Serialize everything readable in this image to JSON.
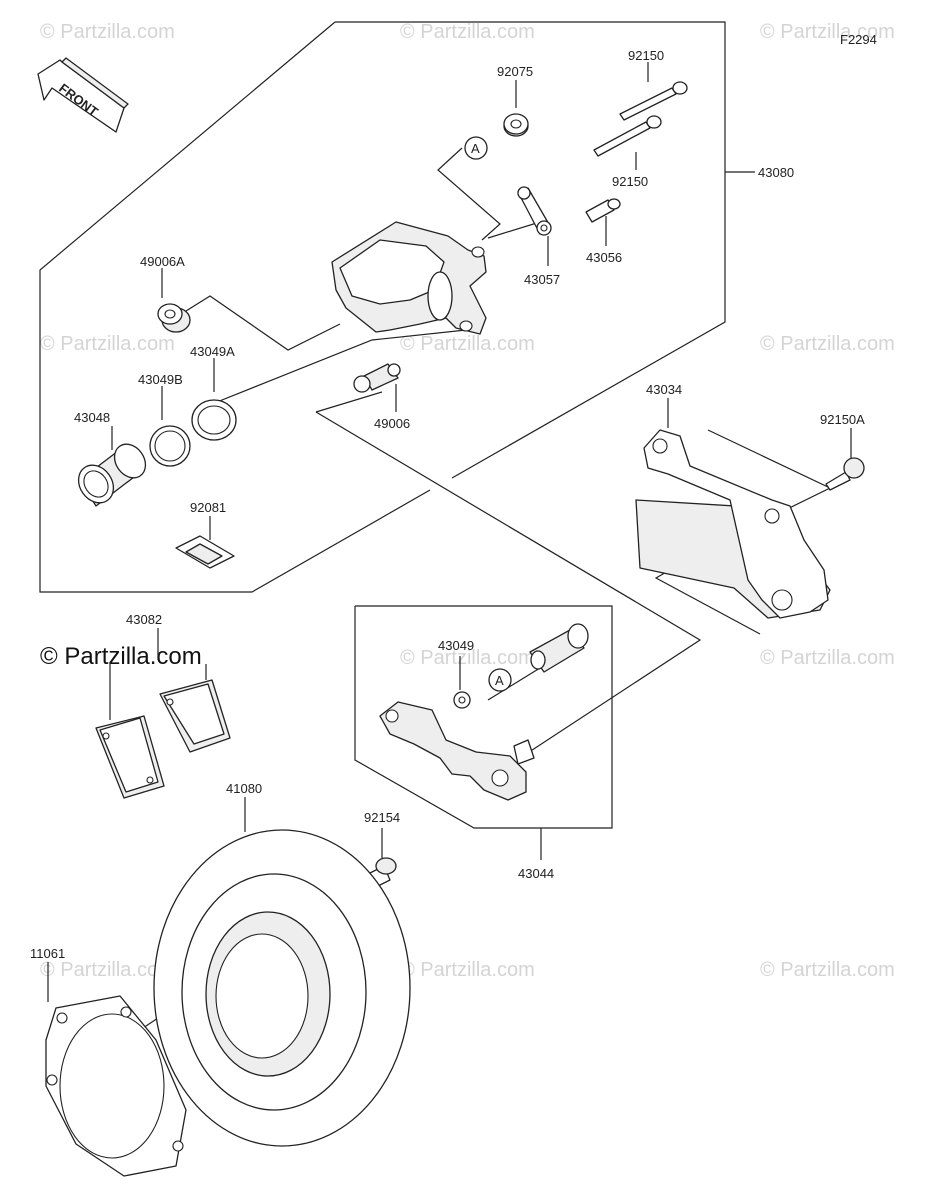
{
  "figure_code": "F2294",
  "front_label": "FRONT",
  "watermark": "© Partzilla.com",
  "callout_letter": "A",
  "parts": [
    {
      "id": "p43080",
      "number": "43080"
    },
    {
      "id": "p92075",
      "number": "92075"
    },
    {
      "id": "p92150a",
      "number": "92150"
    },
    {
      "id": "p92150b",
      "number": "92150"
    },
    {
      "id": "p43057",
      "number": "43057"
    },
    {
      "id": "p43056",
      "number": "43056"
    },
    {
      "id": "p49006A",
      "number": "49006A"
    },
    {
      "id": "p43049A",
      "number": "43049A"
    },
    {
      "id": "p43049B",
      "number": "43049B"
    },
    {
      "id": "p43048",
      "number": "43048"
    },
    {
      "id": "p49006",
      "number": "49006"
    },
    {
      "id": "p92081",
      "number": "92081"
    },
    {
      "id": "p43034",
      "number": "43034"
    },
    {
      "id": "p92150A",
      "number": "92150A"
    },
    {
      "id": "p43082",
      "number": "43082"
    },
    {
      "id": "p43049",
      "number": "43049"
    },
    {
      "id": "p43044",
      "number": "43044"
    },
    {
      "id": "p41080",
      "number": "41080"
    },
    {
      "id": "p92154",
      "number": "92154"
    },
    {
      "id": "p11061",
      "number": "11061"
    }
  ]
}
